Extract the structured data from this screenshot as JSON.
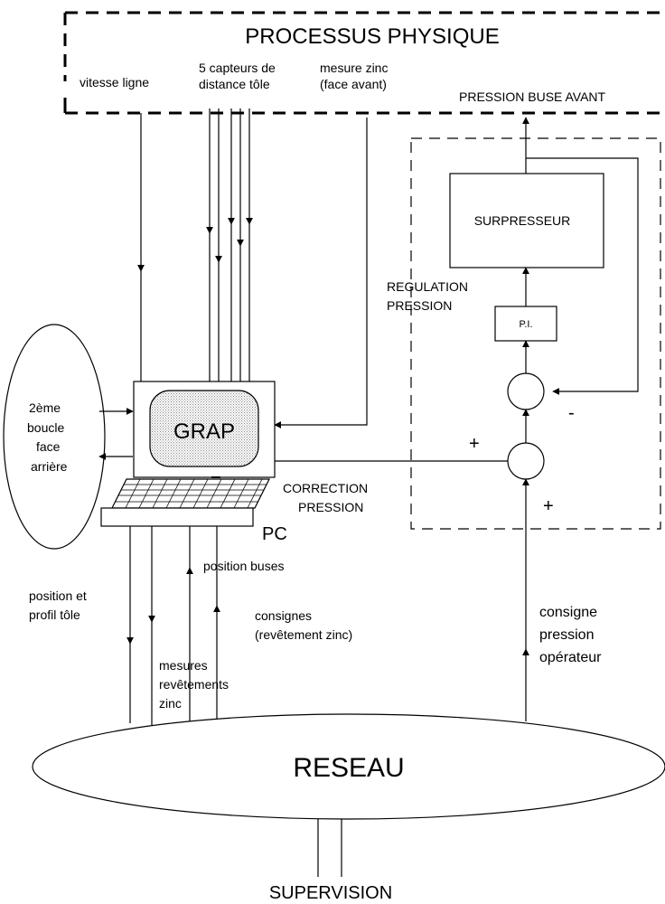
{
  "processus": {
    "title": "PROCESSUS PHYSIQUE"
  },
  "inputs": {
    "vitesse": "vitesse ligne",
    "capteurs_l1": "5 capteurs de",
    "capteurs_l2": "distance tôle",
    "zinc_l1": "mesure zinc",
    "zinc_l2": "(face avant)",
    "pression_buse": "PRESSION BUSE AVANT"
  },
  "regulation": {
    "surpresseur": "SURPRESSEUR",
    "label_l1": "REGULATION",
    "label_l2": "PRESSION",
    "pi": "P.I.",
    "minus": "-",
    "plus_left": "+",
    "plus_bottom": "+"
  },
  "pc": {
    "screen_label": "GRAP",
    "name": "PC",
    "loop_l1": "2ème",
    "loop_l2": "boucle",
    "loop_l3": "face",
    "loop_l4": "arrière"
  },
  "correction": {
    "l1": "CORRECTION",
    "l2": "PRESSION"
  },
  "network_links": {
    "position_buses": "position buses",
    "position_profil_l1": "position et",
    "position_profil_l2": "profil tôle",
    "consignes_l1": "consignes",
    "consignes_l2": "(revêtement zinc)",
    "mesures_l1": "mesures",
    "mesures_l2": "revêtements",
    "mesures_l3": "zinc",
    "consigne_op_l1": "consigne",
    "consigne_op_l2": "pression",
    "consigne_op_l3": "opérateur"
  },
  "reseau": {
    "label": "RESEAU"
  },
  "supervision": {
    "label": "SUPERVISION"
  }
}
